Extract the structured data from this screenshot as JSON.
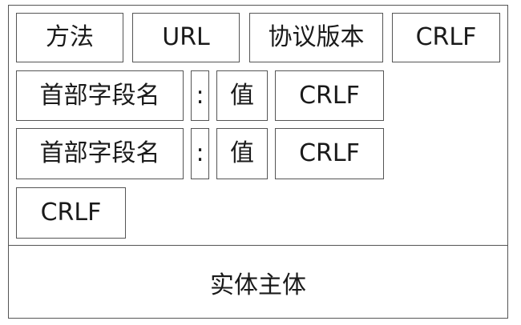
{
  "request_line": {
    "method": "方法",
    "url": "URL",
    "version": "协议版本",
    "crlf": "CRLF"
  },
  "headers": [
    {
      "field_name": "首部字段名",
      "colon": ":",
      "value": "值",
      "crlf": "CRLF"
    },
    {
      "field_name": "首部字段名",
      "colon": ":",
      "value": "值",
      "crlf": "CRLF"
    }
  ],
  "blank_line": {
    "crlf": "CRLF"
  },
  "entity_body": {
    "label": "实体主体"
  }
}
